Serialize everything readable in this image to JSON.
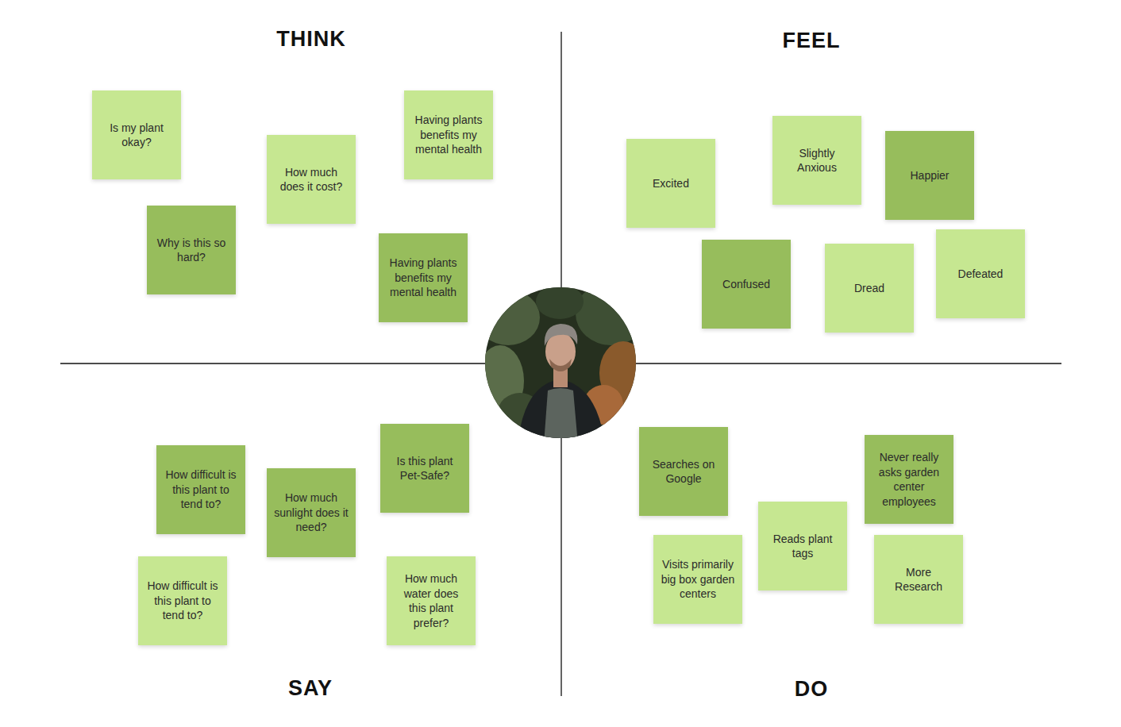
{
  "diagram": {
    "nodes": [
      {
        "text": [
          "Is my plant okay?"
        ]
      },
      {
        "text": [
          "How much does it cost?"
        ]
      },
      {
        "text": [
          "Having plants benefits my mental health"
        ]
      },
      {
        "text": [
          "Why is this so hard?"
        ]
      },
      {
        "text": [
          "Having plants benefits my mental health"
        ]
      },
      {
        "text": [
          "Excited"
        ]
      },
      {
        "text": [
          "Slightly Anxious"
        ]
      },
      {
        "text": [
          "Happier"
        ]
      },
      {
        "text": [
          "Confused"
        ]
      },
      {
        "text": [
          "Dread"
        ]
      },
      {
        "text": [
          "Defeated"
        ]
      },
      {
        "text": [
          "Is this plant Pet-Safe?"
        ]
      },
      {
        "text": [
          "How difficult is this plant to tend to?"
        ]
      },
      {
        "text": [
          "How much sunlight does it need?"
        ]
      },
      {
        "text": [
          "How difficult is this plant to tend to?"
        ]
      },
      {
        "text": [
          "How much water does this plant prefer?"
        ]
      },
      {
        "text": [
          "Searches on Google"
        ]
      },
      {
        "text": [
          "Never really asks garden center employees"
        ]
      },
      {
        "text": [
          "Reads plant tags"
        ]
      },
      {
        "text": [
          "Visits primarily big box garden centers"
        ]
      },
      {
        "text": [
          "More Research"
        ]
      }
    ],
    "labels": [
      "THINK",
      "FEEL",
      "SAY",
      "DO"
    ]
  }
}
